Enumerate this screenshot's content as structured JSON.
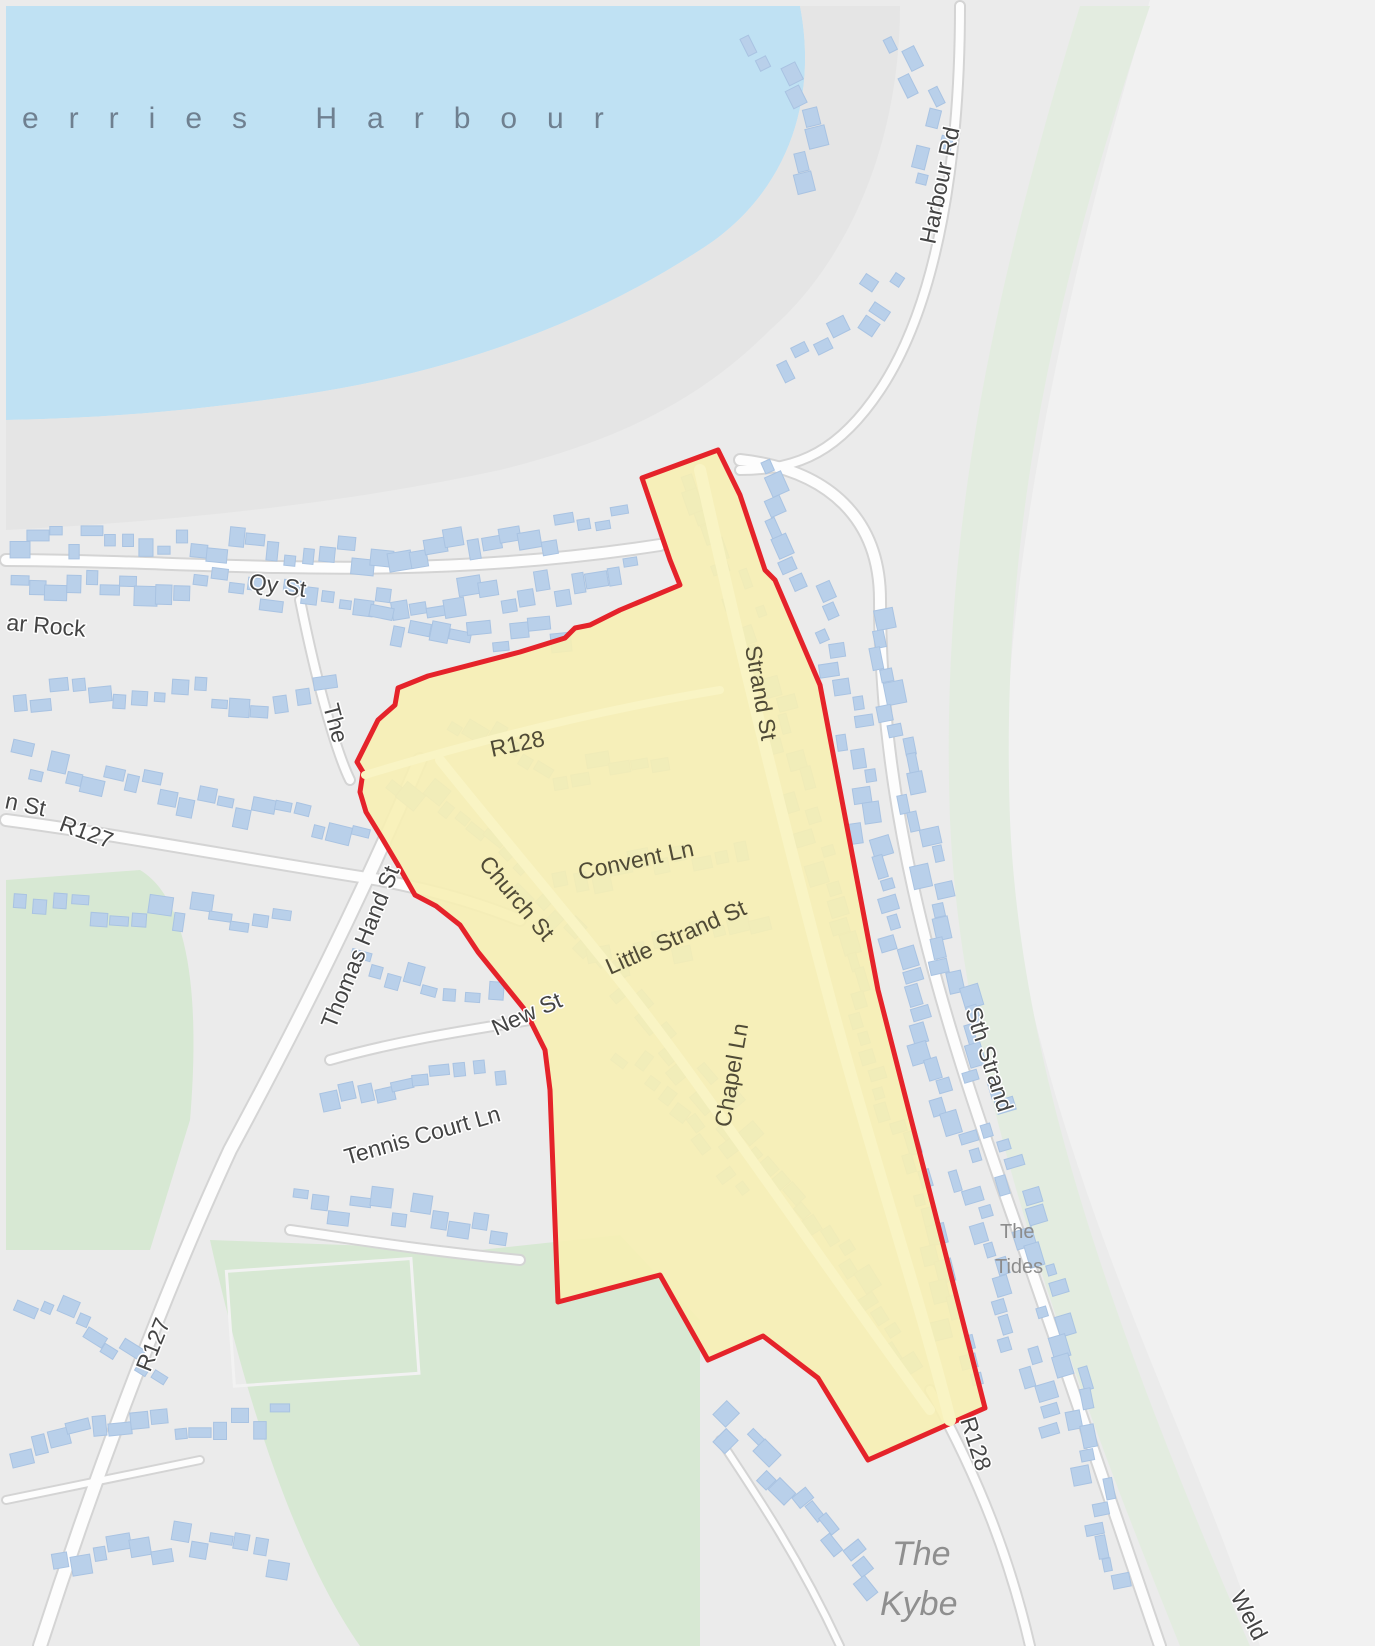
{
  "map": {
    "water_label": "erries Harbour",
    "streets": {
      "harbour_rd": "Harbour Rd",
      "qy_st": "Qy St",
      "bar_rock": "ar Rock",
      "the_st": "The",
      "st_r127_left": "n St",
      "r127_upper": "R127",
      "r128_top": "R128",
      "strand_st": "Strand St",
      "church_st": "Church St",
      "convent_ln": "Convent Ln",
      "little_strand_st": "Little Strand St",
      "thomas_hand_st": "Thomas Hand St",
      "new_st": "New St",
      "chapel_ln": "Chapel Ln",
      "tennis_court_ln": "Tennis Court Ln",
      "sth_strand": "Sth Strand",
      "r127_lower": "R127",
      "r128_bottom": "R128",
      "weld": "Weld"
    },
    "places": {
      "the_tides_1": "The",
      "the_tides_2": "Tides",
      "the_kybe_1": "The",
      "the_kybe_2": "Kybe"
    },
    "colors": {
      "land": "#ebebeb",
      "water": "#bfe1f3",
      "park": "#d7e8d3",
      "buildings": "#b9d0ea",
      "highlight_fill": "#f7f0b4",
      "highlight_outline": "#e5232a"
    }
  }
}
